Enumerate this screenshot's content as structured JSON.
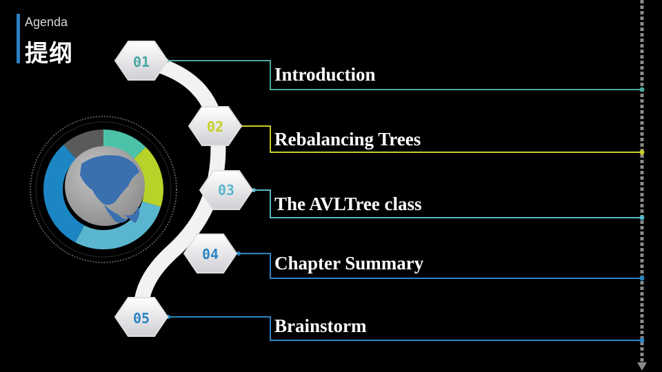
{
  "header": {
    "agenda_label": "Agenda",
    "title": "提纲"
  },
  "items": [
    {
      "number": "01",
      "title": "Introduction",
      "color": "#4aa8a2"
    },
    {
      "number": "02",
      "title": "Rebalancing Trees",
      "color": "#c7cf2a"
    },
    {
      "number": "03",
      "title": "The AVLTree class",
      "color": "#5ab6cf"
    },
    {
      "number": "04",
      "title": "Chapter Summary",
      "color": "#2d86c3"
    },
    {
      "number": "05",
      "title": "Brainstorm",
      "color": "#2d86c3"
    }
  ],
  "colors": {
    "accent": "#2b7fc3",
    "teal": "#4cc3a9",
    "lime": "#b7d229",
    "light_blue": "#5ab6cf",
    "blue": "#1b86c3",
    "gray": "#5a5a5a"
  }
}
